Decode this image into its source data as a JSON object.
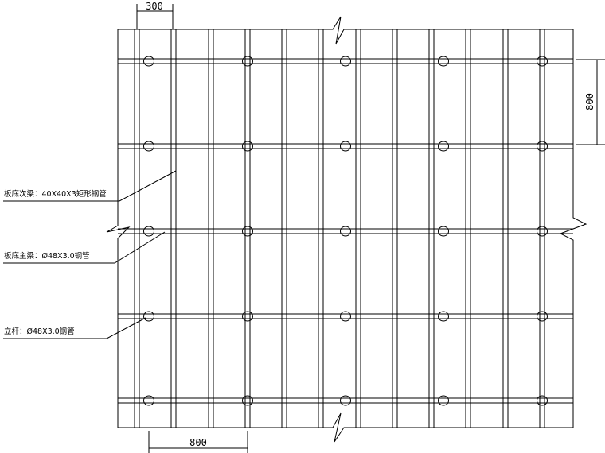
{
  "dimensions": {
    "top_spacing": "300",
    "right_spacing": "800",
    "bottom_spacing": "800"
  },
  "labels": {
    "secondary_beam": "板底次梁：40X40X3矩形钢管",
    "main_beam": "板底主梁：Ø48X3.0钢管",
    "pole": "立杆：Ø48X3.0钢管"
  },
  "colors": {
    "line": "#000000",
    "background": "#ffffff"
  }
}
